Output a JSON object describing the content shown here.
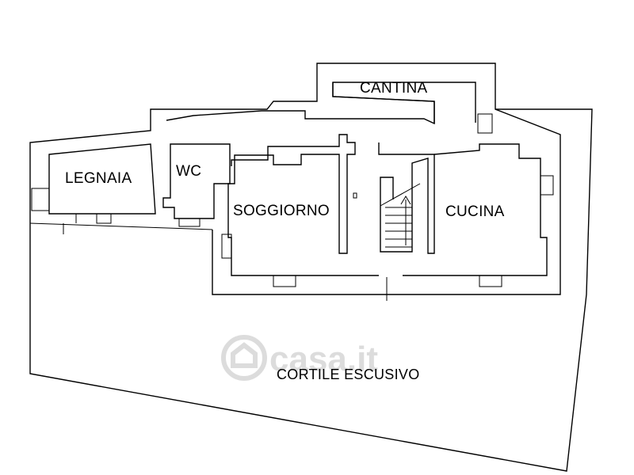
{
  "rooms": {
    "cantina": "CANTINA",
    "legnaia": "LEGNAIA",
    "wc": "WC",
    "soggiorno": "SOGGIORNO",
    "cucina": "CUCINA"
  },
  "yard": {
    "label": "CORTILE ESCUSIVO"
  },
  "watermark": {
    "text": "casa.it",
    "color": "#dcdcdc"
  },
  "colors": {
    "line": "#000000",
    "background": "#ffffff"
  }
}
